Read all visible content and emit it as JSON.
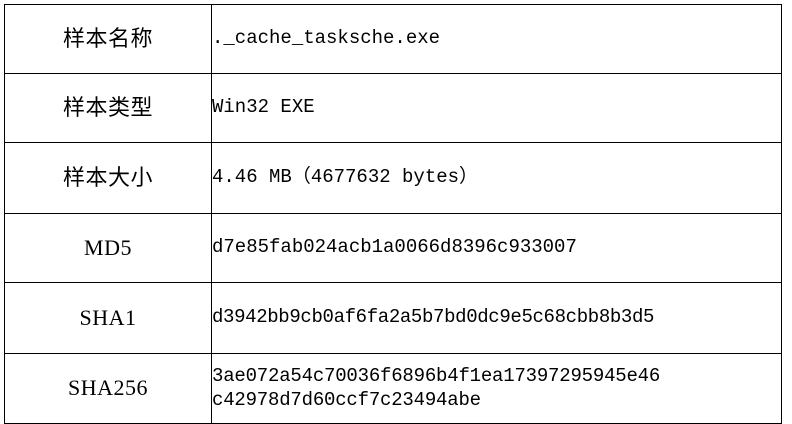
{
  "document": {
    "type": "sample-information-table",
    "background_color": "#ffffff",
    "border_color": "#000000",
    "text_color": "#000000"
  },
  "table": {
    "columns": 2,
    "rows": [
      {
        "id": "sample-name",
        "label": "样本名称",
        "value": "._cache_tasksche.exe",
        "lines": [
          "._cache_tasksche.exe"
        ]
      },
      {
        "id": "sample-type",
        "label": "样本类型",
        "value": "Win32 EXE",
        "lines": [
          "Win32 EXE"
        ]
      },
      {
        "id": "sample-size",
        "label": "样本大小",
        "value": "4.46 MB（4677632 bytes）",
        "lines": [
          "4.46 MB（4677632 bytes）"
        ]
      },
      {
        "id": "md5",
        "label": "MD5",
        "value": "d7e85fab024acb1a0066d8396c933007",
        "lines": [
          "d7e85fab024acb1a0066d8396c933007"
        ]
      },
      {
        "id": "sha1",
        "label": "SHA1",
        "value": "d3942bb9cb0af6fa2a5b7bd0dc9e5c68cbb8b3d5",
        "lines": [
          "d3942bb9cb0af6fa2a5b7bd0dc9e5c68cbb8b3d5"
        ]
      },
      {
        "id": "sha256",
        "label": "SHA256",
        "value": "3ae072a54c70036f6896b4f1ea17397295945e46c42978d7d60ccf7c23494abe",
        "lines": [
          "3ae072a54c70036f6896b4f1ea17397295945e46",
          "c42978d7d60ccf7c23494abe"
        ]
      }
    ]
  }
}
